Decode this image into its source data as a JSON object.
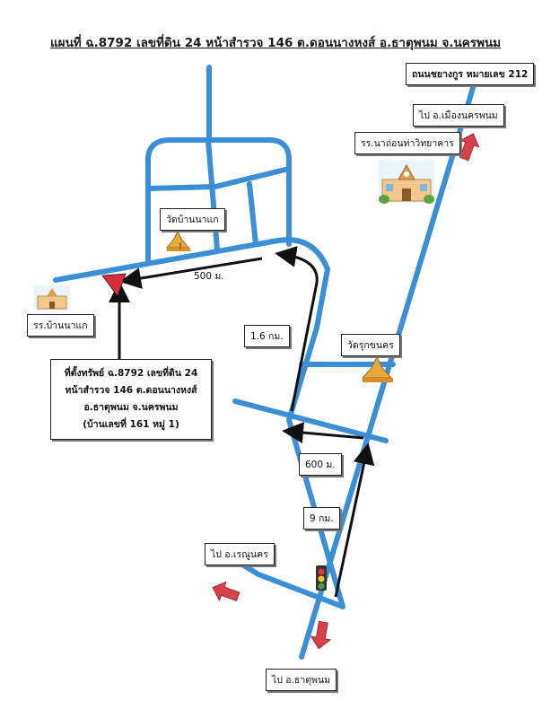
{
  "title": "แผนที่  ฉ.8792 เลขที่ดิน 24 หน้าสำรวจ 146 ต.ดอนนางหงส์ อ.ธาตุพนม จ.นครพนม",
  "labels": {
    "road_212": "ถนนชยางกูร หมายเลข 212",
    "to_nakhon_phanom": "ไป อ.เมืองนครพนม",
    "school_ban_na": "รร.นาถ่อนท่าวิทยาคาร",
    "wat_ban_na_kae": "วัดบ้านนาแก",
    "school_ban_na_kae": "รร.บ้านนาแก",
    "wat_rukkhanakhon": "วัดรุกขนคร",
    "to_renu_nakhon": "ไป อ.เรณูนคร",
    "to_that_phanom": "ไป อ.ธาตุพนม"
  },
  "distances": {
    "d500": "500 ม.",
    "d1_6": "1.6 กม.",
    "d600": "600 ม.",
    "d9": "9 กม."
  },
  "property": {
    "line1": "ที่ตั้งทรัพย์ ฉ.8792 เลขที่ดิน 24",
    "line2": "หน้าสำรวจ 146 ต.ดอนนางหงส์",
    "line3": "อ.ธาตุพนม จ.นครพนม",
    "line4": "(บ้านเลขที่ 161 หมู่ 1)"
  },
  "colors": {
    "road": "#3a8fd6",
    "route_arrow": "#111111",
    "direction_arrow": "#d9414a",
    "marker": "#d62f3c"
  }
}
